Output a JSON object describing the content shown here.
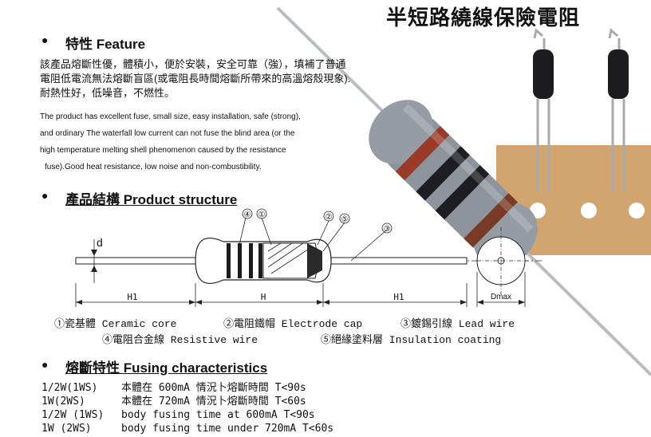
{
  "page": {
    "title": "半短路繞線保險電阻"
  },
  "feature": {
    "bullet": "●",
    "heading": "特性 Feature",
    "zh_lines": [
      "該產品熔斷性優，體積小，便於安裝，安全可靠（強），填補了普通",
      "電阻低電流無法熔斷盲區(或電阻長時間熔斷所帶來的高溫熔殼現象).",
      "耐熱性好，低噪音，不燃性。"
    ],
    "en_lines": [
      "The product has excellent fuse, small size, easy installation, safe (strong),",
      "and ordinary The waterfall low current can not fuse the blind area (or the",
      "high temperature melting shell phenomenon caused by the resistance",
      "fuse).Good heat resistance, low noise and non-combustibility."
    ]
  },
  "structure": {
    "bullet": "●",
    "heading": "產品結構 Product structure",
    "labels": {
      "d": "d",
      "h1_left": "H1",
      "h": "H",
      "h1_right": "H1",
      "dmax": "Dmax",
      "callout_4": "④",
      "callout_1": "①",
      "callout_2": "②",
      "callout_5": "⑤",
      "callout_3": "③"
    },
    "captions": [
      "①瓷基體 Ceramic core",
      "②電阻鐵帽 Electrode cap",
      "③鍍錫引線 Lead wire",
      "④電阻合金線 Resistive wire",
      "⑤絕緣塗料層 Insulation coating"
    ]
  },
  "fusing": {
    "bullet": "●",
    "heading": "熔斷特性  Fusing characteristics",
    "rows": [
      {
        "spec": "1/2W(1WS)",
        "desc": "本體在 600mA 情況卜熔斷時間 T<90s"
      },
      {
        "spec": "1W(2WS)",
        "desc": "本體在 720mA 情況卜熔斷時間 T<60s"
      },
      {
        "spec": "1/2W (1WS)",
        "desc": "body fusing time at 600mA T<90s"
      },
      {
        "spec": "1W (2WS)",
        "desc": "body fusing time under 720mA T<60s"
      }
    ]
  },
  "colors": {
    "resistor_body": "#8d949c",
    "band_red": "#9a3b2a",
    "band_black": "#1e1e22",
    "tape": "#d2a570",
    "lead": "#b9bcc0"
  }
}
